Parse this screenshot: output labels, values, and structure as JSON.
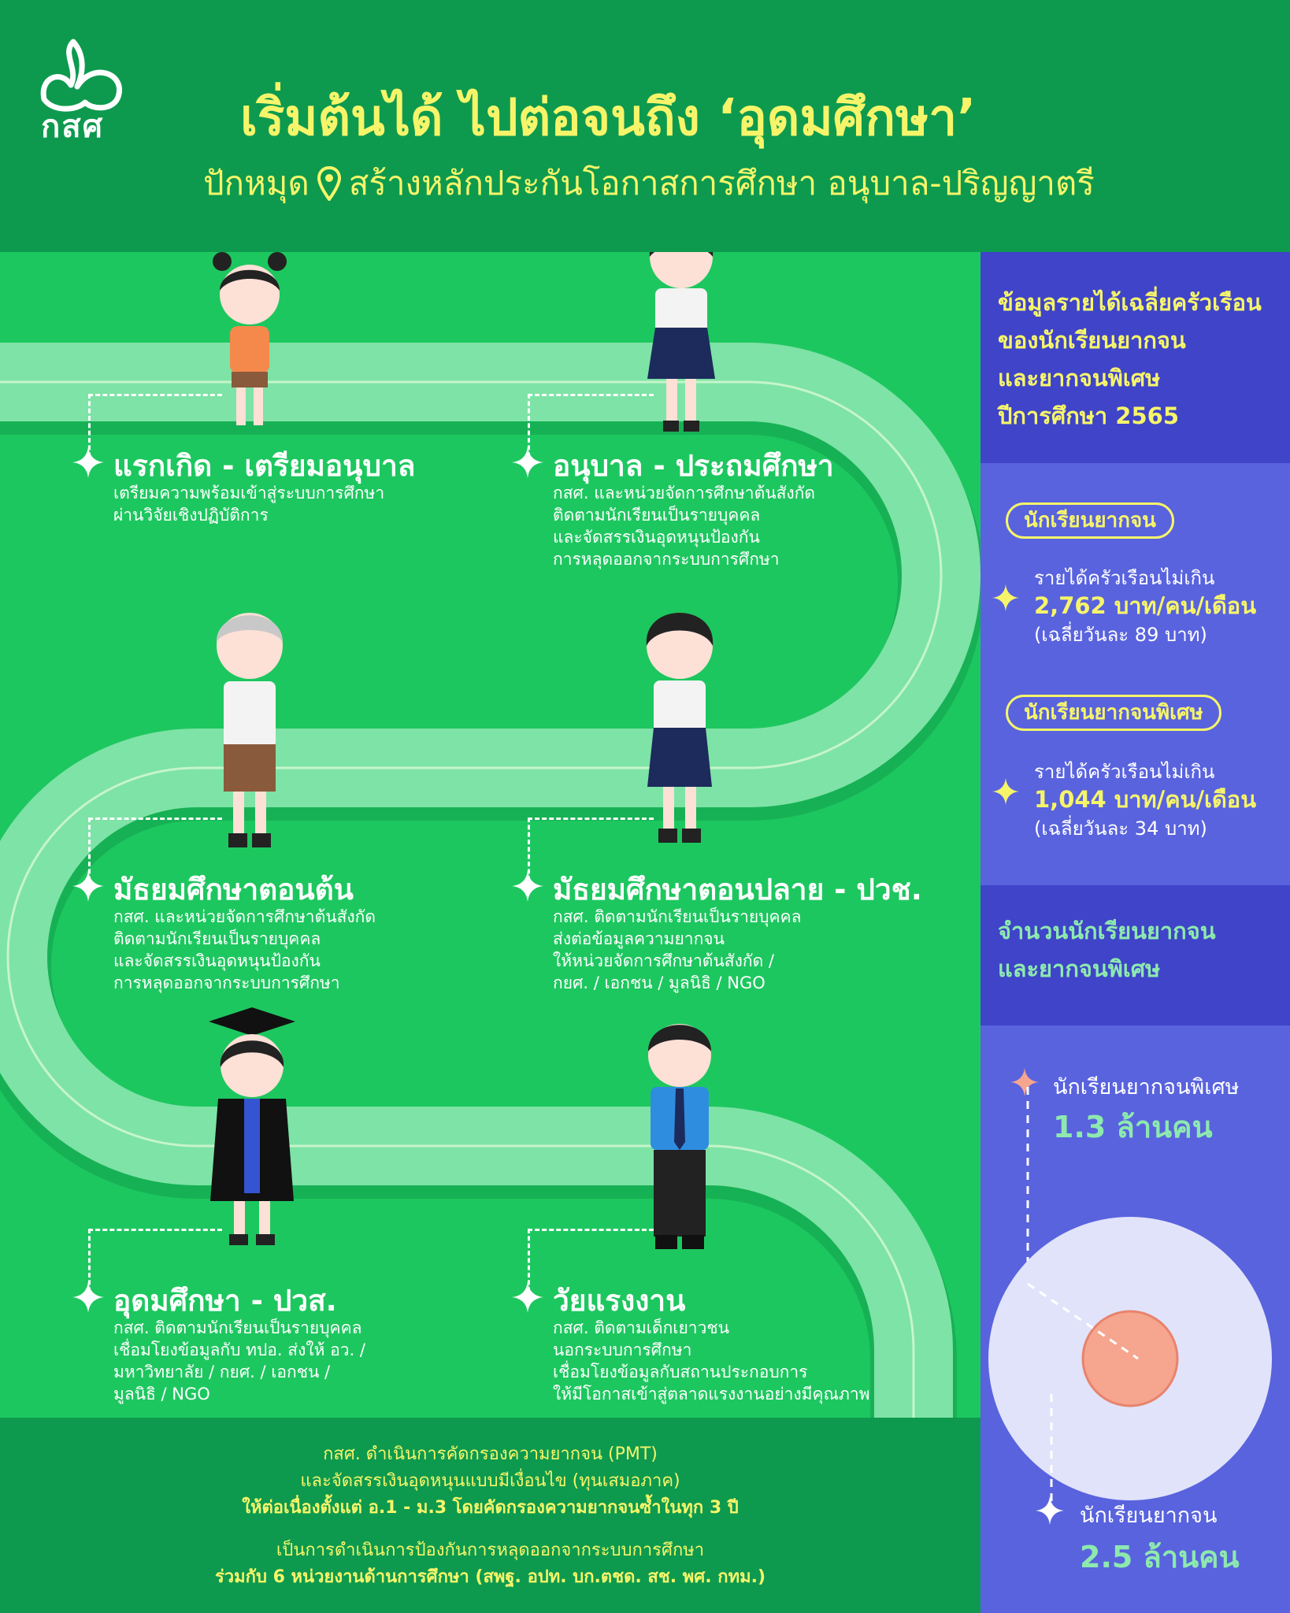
{
  "header": {
    "logo_text": "กสศ",
    "title": "เริ่มต้นได้ ไปต่อจนถึง ‘อุดมศึกษา’",
    "subtitle_prefix": "ปักหมุด",
    "subtitle_main": "สร้างหลักประกันโอกาสการศึกษา อนุบาล-ปริญญาตรี"
  },
  "stages": [
    {
      "title": "แรกเกิด - เตรียมอนุบาล",
      "desc": "เตรียมความพร้อมเข้าสู่ระบบการศึกษา\nผ่านวิจัยเชิงปฏิบัติการ"
    },
    {
      "title": "อนุบาล - ประถมศึกษา",
      "desc": "กสศ. และหน่วยจัดการศึกษาต้นสังกัด\nติดตามนักเรียนเป็นรายบุคคล\nและจัดสรรเงินอุดหนุนป้องกัน\nการหลุดออกจากระบบการศึกษา"
    },
    {
      "title": "มัธยมศึกษาตอนต้น",
      "desc": "กสศ. และหน่วยจัดการศึกษาต้นสังกัด\nติดตามนักเรียนเป็นรายบุคคล\nและจัดสรรเงินอุดหนุนป้องกัน\nการหลุดออกจากระบบการศึกษา"
    },
    {
      "title": "มัธยมศึกษาตอนปลาย - ปวช.",
      "desc": "กสศ. ติดตามนักเรียนเป็นรายบุคคล\nส่งต่อข้อมูลความยากจน\nให้หน่วยจัดการศึกษาต้นสังกัด /\n กยศ. / เอกชน / มูลนิธิ / NGO"
    },
    {
      "title": "อุดมศึกษา - ปวส.",
      "desc": "กสศ. ติดตามนักเรียนเป็นรายบุคคล\nเชื่อมโยงข้อมูลกับ ทปอ. ส่งให้ อว. /\nมหาวิทยาลัย / กยศ. / เอกชน /\nมูลนิธิ / NGO"
    },
    {
      "title": "วัยแรงงาน",
      "desc": "กสศ. ติดตามเด็กเยาวชน\nนอกระบบการศึกษา\nเชื่อมโยงข้อมูลกับสถานประกอบการ\nให้มีโอกาสเข้าสู่ตลาดแรงงานอย่างมีคุณภาพ"
    }
  ],
  "side": {
    "income_heading": [
      "ข้อมูลรายได้เฉลี่ยครัวเรือน",
      "ของนักเรียนยากจน",
      "และยากจนพิเศษ",
      "ปีการศึกษา 2565"
    ],
    "poor": {
      "pill": "นักเรียนยากจน",
      "label": "รายได้ครัวเรือนไม่เกิน",
      "value": "2,762 บาท/คน/เดือน",
      "note": "(เฉลี่ยวันละ 89 บาท)"
    },
    "extreme": {
      "pill": "นักเรียนยากจนพิเศษ",
      "label": "รายได้ครัวเรือนไม่เกิน",
      "value": "1,044 บาท/คน/เดือน",
      "note": "(เฉลี่ยวันละ 34 บาท)"
    },
    "count_heading": [
      "จำนวนนักเรียนยากจน",
      "และยากจนพิเศษ"
    ],
    "count_extreme": {
      "label": "นักเรียนยากจนพิเศษ",
      "value": "1.3 ล้านคน",
      "amount_million": 1.3
    },
    "count_poor": {
      "label": "นักเรียนยากจน",
      "value": "2.5 ล้านคน",
      "amount_million": 2.5
    }
  },
  "footer": {
    "line1": "กสศ. ดำเนินการคัดกรองความยากจน (PMT)",
    "line2": "และจัดสรรเงินอุดหนุนแบบมีเงื่อนไข (ทุนเสมอภาค)",
    "line3": "ให้ต่อเนื่องตั้งแต่ อ.1 - ม.3 โดยคัดกรองความยากจนซ้ำในทุก 3 ปี",
    "line4": "เป็นการดำเนินการป้องกันการหลุดออกจากระบบการศึกษา",
    "line5": "ร่วมกับ 6 หน่วยงานด้านการศึกษา (สพฐ. อปท. บก.ตชด. สช. พศ. กทม.)"
  },
  "colors": {
    "dark_green": "#0d9a4e",
    "bright_green": "#1dc75f",
    "road": "#7ee3a6",
    "road_shadow": "#17b155",
    "yellow": "#f6f56a",
    "side_blue": "#5963de",
    "side_dark": "#3f44c8",
    "peach": "#f6a58f"
  }
}
